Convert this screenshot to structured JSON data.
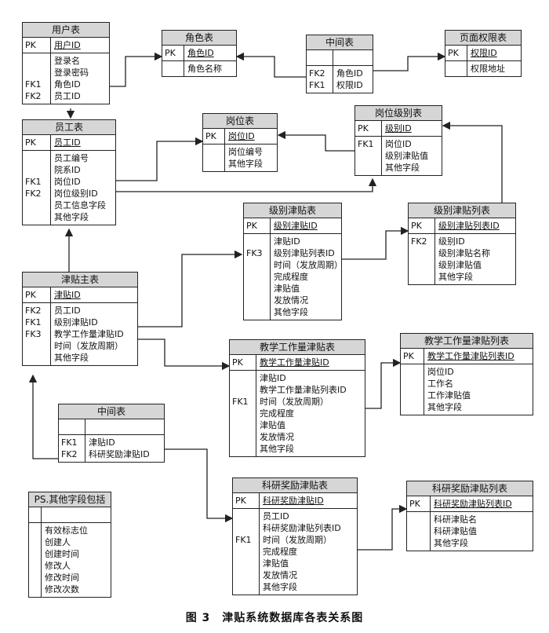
{
  "caption": "图 3　津贴系统数据库各表关系图",
  "tables": {
    "user": {
      "title": "用户表",
      "pk_key": "PK",
      "pk_field": "用户ID",
      "fields": [
        "登录名",
        "登录密码",
        "角色ID",
        "员工ID"
      ],
      "fk_keys": [
        "",
        "",
        "FK1",
        "FK2"
      ]
    },
    "role": {
      "title": "角色表",
      "pk_key": "PK",
      "pk_field": "角色ID",
      "fields": [
        "角色名称"
      ]
    },
    "middle1": {
      "title": "中间表",
      "fields": [
        "角色ID",
        "权限ID"
      ],
      "fk_keys": [
        "FK2",
        "FK1"
      ]
    },
    "page_perm": {
      "title": "页面权限表",
      "pk_key": "PK",
      "pk_field": "权限ID",
      "fields": [
        "权限地址"
      ]
    },
    "employee": {
      "title": "员工表",
      "pk_key": "PK",
      "pk_field": "员工ID",
      "fields": [
        "员工编号",
        "院系ID",
        "岗位ID",
        "岗位级别ID",
        "员工信息字段",
        "其他字段"
      ],
      "fk_keys": [
        "",
        "",
        "FK1",
        "FK2",
        "",
        ""
      ]
    },
    "post": {
      "title": "岗位表",
      "pk_key": "PK",
      "pk_field": "岗位ID",
      "fields": [
        "岗位编号",
        "其他字段"
      ]
    },
    "post_level": {
      "title": "岗位级别表",
      "pk_key": "PK",
      "pk_field": "级别ID",
      "fields": [
        "岗位ID",
        "级别津贴值",
        "其他字段"
      ],
      "fk_keys": [
        "FK1",
        "",
        ""
      ]
    },
    "level_allow": {
      "title": "级别津贴表",
      "pk_key": "PK",
      "pk_field": "级别津贴ID",
      "fields": [
        "津贴ID",
        "级别津贴列表ID",
        "时间（发放周期）",
        "完成程度",
        "津贴值",
        "发放情况",
        "其他字段"
      ],
      "fk_keys": [
        "",
        "FK3",
        "",
        "",
        "",
        "",
        ""
      ]
    },
    "level_allow_list": {
      "title": "级别津贴列表",
      "pk_key": "PK",
      "pk_field": "级别津贴列表ID",
      "fields": [
        "级别ID",
        "级别津贴名称",
        "级别津贴值",
        "其他字段"
      ],
      "fk_keys": [
        "FK2",
        "",
        "",
        ""
      ]
    },
    "allow_main": {
      "title": "津贴主表",
      "pk_key": "PK",
      "pk_field": "津贴ID",
      "fields": [
        "员工ID",
        "级别津贴ID",
        "教学工作量津贴ID",
        "时间（发放周期）",
        "其他字段"
      ],
      "fk_keys": [
        "FK2",
        "FK1",
        "FK3",
        "",
        ""
      ]
    },
    "teach_allow": {
      "title": "教学工作量津贴表",
      "pk_key": "PK",
      "pk_field": "教学工作量津贴ID",
      "fields": [
        "津贴ID",
        "教学工作量津贴列表ID",
        "时间（发放周期）",
        "完成程度",
        "津贴值",
        "发放情况",
        "其他字段"
      ],
      "fk_keys": [
        "",
        "FK1",
        "",
        "",
        "",
        "",
        ""
      ]
    },
    "teach_allow_list": {
      "title": "教学工作量津贴列表",
      "pk_key": "PK",
      "pk_field": "教学工作量津贴列表ID",
      "fields": [
        "岗位ID",
        "工作名",
        "工作津贴值",
        "其他字段"
      ]
    },
    "middle2": {
      "title": "中间表",
      "fields": [
        "津贴ID",
        "科研奖励津贴ID"
      ],
      "fk_keys": [
        "FK1",
        "FK2"
      ]
    },
    "research_allow": {
      "title": "科研奖励津贴表",
      "pk_key": "PK",
      "pk_field": "科研奖励津贴ID",
      "fields": [
        "员工ID",
        "科研奖励津贴列表ID",
        "时间（发放周期）",
        "完成程度",
        "津贴值",
        "发放情况",
        "其他字段"
      ],
      "fk_keys": [
        "",
        "",
        "FK1",
        "",
        "",
        "",
        ""
      ]
    },
    "research_allow_list": {
      "title": "科研奖励津贴列表",
      "pk_key": "PK",
      "pk_field": "科研奖励津贴列表ID",
      "fields": [
        "科研津贴名",
        "科研津贴值",
        "其他字段"
      ]
    },
    "ps": {
      "title": "PS.其他字段包括",
      "fields": [
        "有效标志位",
        "创建人",
        "创建时间",
        "修改人",
        "修改时间",
        "修改次数"
      ]
    }
  }
}
